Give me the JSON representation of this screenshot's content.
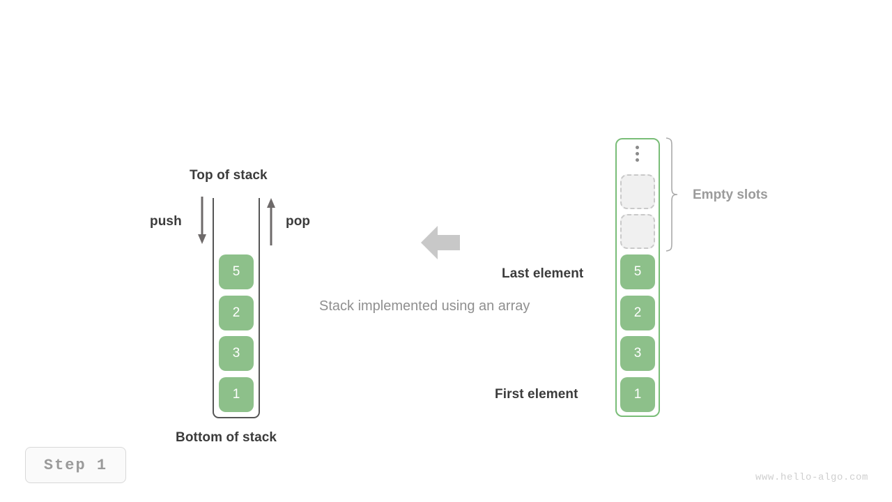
{
  "diagram": {
    "caption": "Stack implemented using an array",
    "watermark": "www.hello-algo.com",
    "step_badge": "Step  1",
    "colors": {
      "element_fill": "#8dc08a",
      "element_text": "#ffffff",
      "stack_wall": "#555555",
      "array_border": "#79bd77",
      "empty_slot_fill": "#f0f0f0",
      "empty_slot_border": "#c9c9c9",
      "arrow_gray": "#c8c8c8",
      "label_dark": "#3b3b3b",
      "label_gray": "#8f8f8f",
      "background": "#ffffff"
    }
  },
  "left_stack": {
    "top_label": "Top of stack",
    "bottom_label": "Bottom of stack",
    "push_label": "push",
    "pop_label": "pop",
    "push_icon": "arrow-down-icon",
    "pop_icon": "arrow-up-icon",
    "elements": [
      {
        "value": "5"
      },
      {
        "value": "2"
      },
      {
        "value": "3"
      },
      {
        "value": "1"
      }
    ]
  },
  "transform": {
    "icon": "arrow-left-icon"
  },
  "right_array": {
    "empty_slots_label": "Empty slots",
    "last_element_label": "Last element",
    "first_element_label": "First element",
    "ellipsis_icon": "vertical-ellipsis-icon",
    "brace_icon": "curly-brace-icon",
    "slots": [
      {
        "kind": "ellipsis",
        "value": ""
      },
      {
        "kind": "empty",
        "value": ""
      },
      {
        "kind": "empty",
        "value": ""
      },
      {
        "kind": "filled",
        "value": "5"
      },
      {
        "kind": "filled",
        "value": "2"
      },
      {
        "kind": "filled",
        "value": "3"
      },
      {
        "kind": "filled",
        "value": "1"
      }
    ]
  }
}
